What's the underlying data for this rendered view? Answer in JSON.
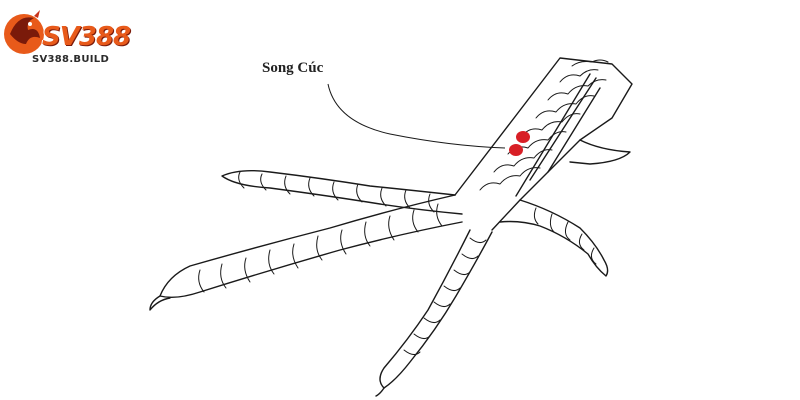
{
  "logo": {
    "brand": "SV388",
    "domain": "SV388.BUILD",
    "colors": {
      "primary": "#e85a1a",
      "dark": "#2b2b2b"
    }
  },
  "diagram": {
    "label": "Song Cúc",
    "marker_color": "#d81f26",
    "line_color": "#1a1a1a"
  }
}
